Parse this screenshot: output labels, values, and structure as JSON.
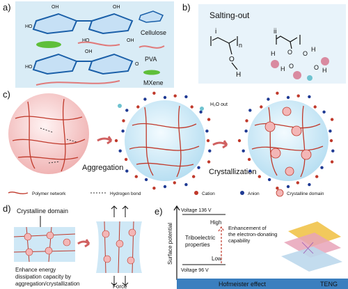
{
  "panels": {
    "a": {
      "label": "a)",
      "legend": [
        "Cellulose",
        "PVA",
        "MXene"
      ],
      "sugar_ring_labels": [
        "OH",
        "HO",
        "HO",
        "OH",
        "OH",
        "OH",
        "HO",
        "O"
      ]
    },
    "b": {
      "label": "b)",
      "title": "Salting-out",
      "sub_i": "i",
      "sub_ii": "ii",
      "chem": {
        "n": "n",
        "O": "O",
        "H": "H"
      }
    },
    "c": {
      "label": "c)",
      "step1": "Aggregation",
      "step2": "Crystallization",
      "water_out": "H₂O out",
      "legend": [
        "Polymer network",
        "Hydrogen bond",
        "Cation",
        "Anion",
        "Crystalline domain"
      ]
    },
    "d": {
      "label": "d)",
      "crystalline_domain": "Crystalline domain",
      "enhance_text_1": "Enhance energy",
      "enhance_text_2": "dissipation capacity by",
      "enhance_text_3": "aggregation/crystallization",
      "force": "Force"
    },
    "e": {
      "label": "e)",
      "y_axis": "Surface potential",
      "voltage_high": "Voltage 136 V",
      "voltage_low": "Voltage 96 V",
      "high": "High",
      "low": "Low",
      "tribo_1": "Triboelectric",
      "tribo_2": "properties",
      "enh_1": "Enhancement of",
      "enh_2": "the electron-donating",
      "enh_3": "capability",
      "x_axis": "Hofmeister effect",
      "teng": "TENG"
    }
  },
  "colors": {
    "panel_bg": "#d9ecf6",
    "polymer": "#c0392b",
    "cation": "#c0392b",
    "anion": "#1f3a93",
    "mxene": "#5fbf3a",
    "pva": "#e07a7a",
    "bar": "#3b7fbf"
  }
}
